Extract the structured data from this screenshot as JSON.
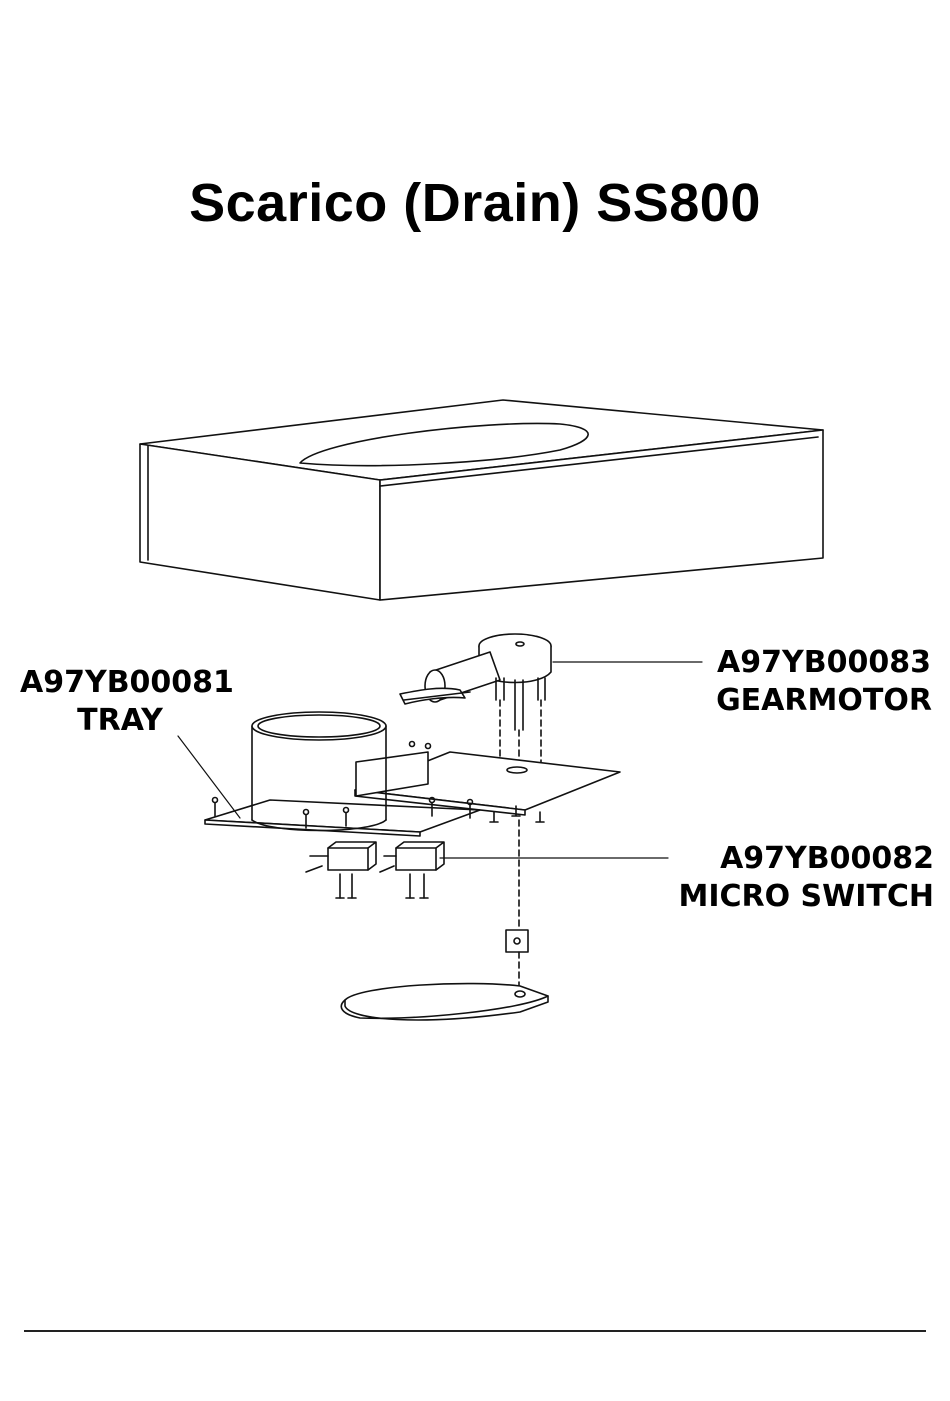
{
  "title": "Scarico (Drain) SS800",
  "parts": [
    {
      "code": "A97YB00081",
      "name": "TRAY"
    },
    {
      "code": "A97YB00083",
      "name": "GEARMOTOR"
    },
    {
      "code": "A97YB00082",
      "name": "MICRO SWITCH"
    }
  ],
  "colors": {
    "line": "#111111",
    "background": "#ffffff"
  }
}
